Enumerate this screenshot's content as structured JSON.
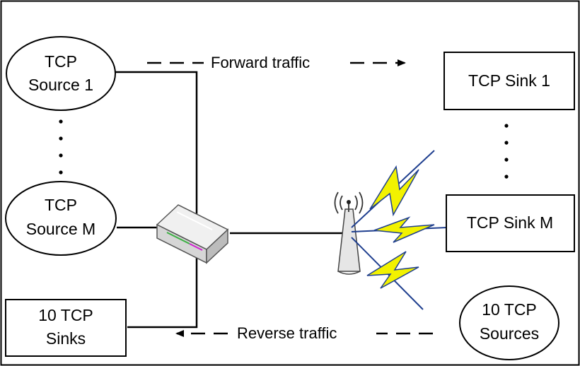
{
  "nodes": {
    "source_1": {
      "line1": "TCP",
      "line2": "Source 1"
    },
    "source_m": {
      "line1": "TCP",
      "line2": "Source M"
    },
    "sinks_10": {
      "line1": "10 TCP",
      "line2": "Sinks"
    },
    "sink_1": {
      "label": "TCP Sink 1"
    },
    "sink_m": {
      "label": "TCP Sink M"
    },
    "sources_10": {
      "line1": "10 TCP",
      "line2": "Sources"
    }
  },
  "edges": {
    "forward": {
      "label": "Forward traffic"
    },
    "reverse": {
      "label": "Reverse traffic"
    }
  },
  "icons": {
    "router": "router-icon",
    "antenna": "wireless-access-point-icon",
    "lightning": "lightning-bolt-icon"
  },
  "colors": {
    "lightning_fill": "#f2f200",
    "lightning_stroke": "#1f3f8f",
    "router_body": "#e8e8e8",
    "router_accent_green": "#3cb043",
    "router_accent_magenta": "#d21fd2"
  }
}
